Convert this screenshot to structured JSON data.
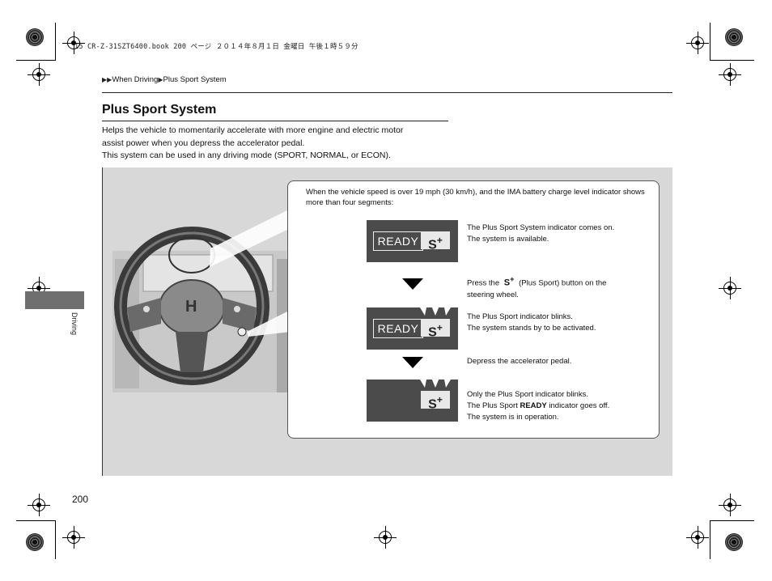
{
  "print_header": "15 CR-Z-31SZT6400.book  200 ページ  ２０１４年８月１日  金曜日  午後１時５９分",
  "breadcrumb": {
    "sep": "▶▶",
    "level1": "When Driving",
    "sep2": "▶",
    "level2": "Plus Sport System"
  },
  "title": "Plus Sport System",
  "intro": [
    "Helps the vehicle to momentarily accelerate with more engine and electric motor",
    "assist power when you depress the accelerator pedal.",
    "This system can be used in any driving mode (SPORT, NORMAL, or ECON)."
  ],
  "side_tab": "Driving",
  "page_number": "200",
  "callout": {
    "condition": "When the vehicle speed is over 19 mph (30 km/h), and the IMA battery charge level indicator shows more than four segments:",
    "ready_label": "READY",
    "splus_label": "S",
    "splus_sup": "+",
    "steps": [
      {
        "lines": [
          "The Plus Sport System indicator comes on.",
          "The system is available."
        ]
      },
      {
        "pre": "Press the",
        "post": "(Plus Sport) button on the",
        "line2": "steering wheel."
      },
      {
        "lines": [
          "The Plus Sport indicator blinks.",
          "The system stands by to be activated."
        ]
      },
      {
        "lines": [
          "Depress the accelerator pedal."
        ]
      },
      {
        "line1": "Only the Plus Sport indicator blinks.",
        "line2_pre": "The Plus Sport ",
        "line2_bold": "READY",
        "line2_post": " indicator goes off.",
        "line3": "The system is in operation."
      }
    ]
  },
  "icons": [
    "crosshair-registration-icon",
    "steering-wheel-illustration",
    "plus-sport-button-icon",
    "down-arrow-icon",
    "blink-rays-icon"
  ]
}
